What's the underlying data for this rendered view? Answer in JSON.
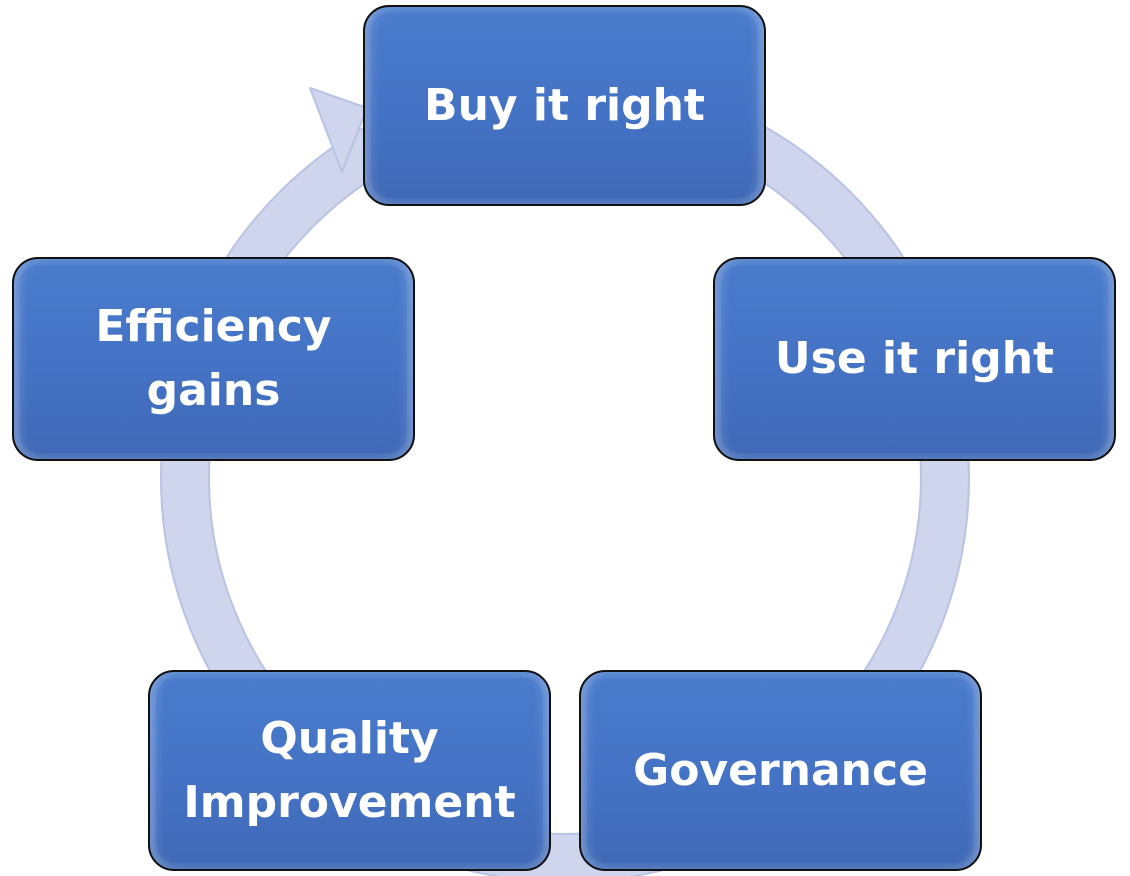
{
  "diagram": {
    "type": "cycle",
    "colors": {
      "node_fill": "#4472c4",
      "node_border": "#111111",
      "node_text": "#ffffff",
      "ring": "#ced5ec",
      "ring_outline": "#b9c3e3"
    },
    "nodes": [
      {
        "id": "buy",
        "label": "Buy it right"
      },
      {
        "id": "use",
        "label": "Use it right"
      },
      {
        "id": "gov",
        "label": "Governance"
      },
      {
        "id": "qual",
        "label": "Quality Improvement"
      },
      {
        "id": "eff",
        "label": "Efficiency gains"
      }
    ],
    "flow": [
      "buy",
      "use",
      "gov",
      "qual",
      "eff",
      "buy"
    ],
    "arrow_icon": "arrow-head-icon"
  }
}
